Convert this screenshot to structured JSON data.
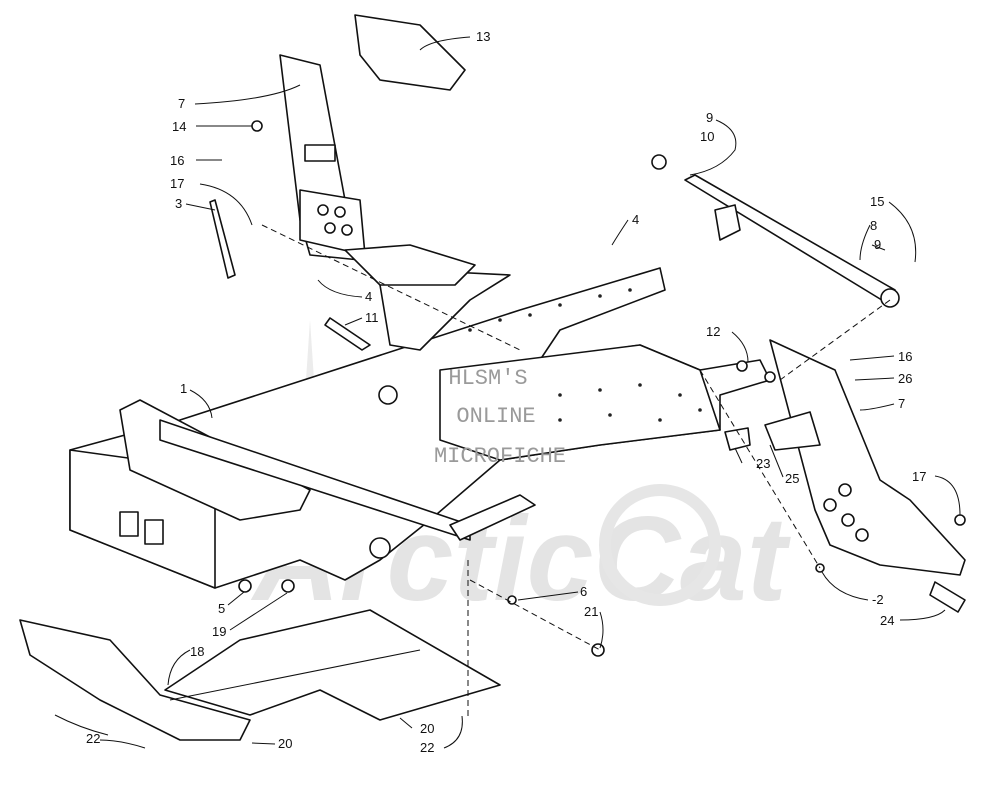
{
  "watermark": {
    "lines": [
      "HLSM'S",
      "ONLINE",
      "MICROFICHE"
    ],
    "logo": "ArcticCat"
  },
  "callouts": [
    {
      "id": "c13",
      "text": "13"
    },
    {
      "id": "c7a",
      "text": "7"
    },
    {
      "id": "c14",
      "text": "14"
    },
    {
      "id": "c16a",
      "text": "16"
    },
    {
      "id": "c17a",
      "text": "17"
    },
    {
      "id": "c3",
      "text": "3"
    },
    {
      "id": "c4a",
      "text": "4"
    },
    {
      "id": "c11",
      "text": "11"
    },
    {
      "id": "c1",
      "text": "1"
    },
    {
      "id": "c5",
      "text": "5"
    },
    {
      "id": "c19",
      "text": "19"
    },
    {
      "id": "c18",
      "text": "18"
    },
    {
      "id": "c22a",
      "text": "22"
    },
    {
      "id": "c20a",
      "text": "20"
    },
    {
      "id": "c20b",
      "text": "20"
    },
    {
      "id": "c22b",
      "text": "22"
    },
    {
      "id": "c6",
      "text": "6"
    },
    {
      "id": "c21",
      "text": "21"
    },
    {
      "id": "c4b",
      "text": "4"
    },
    {
      "id": "c9a",
      "text": "9"
    },
    {
      "id": "c10",
      "text": "10"
    },
    {
      "id": "c8",
      "text": "8"
    },
    {
      "id": "c15",
      "text": "15"
    },
    {
      "id": "c9b",
      "text": "9"
    },
    {
      "id": "c12",
      "text": "12"
    },
    {
      "id": "c16b",
      "text": "16"
    },
    {
      "id": "c26",
      "text": "26"
    },
    {
      "id": "c7b",
      "text": "7"
    },
    {
      "id": "c23",
      "text": "23"
    },
    {
      "id": "c25",
      "text": "25"
    },
    {
      "id": "c17b",
      "text": "17"
    },
    {
      "id": "c2",
      "text": "-2"
    },
    {
      "id": "c24",
      "text": "24"
    }
  ]
}
